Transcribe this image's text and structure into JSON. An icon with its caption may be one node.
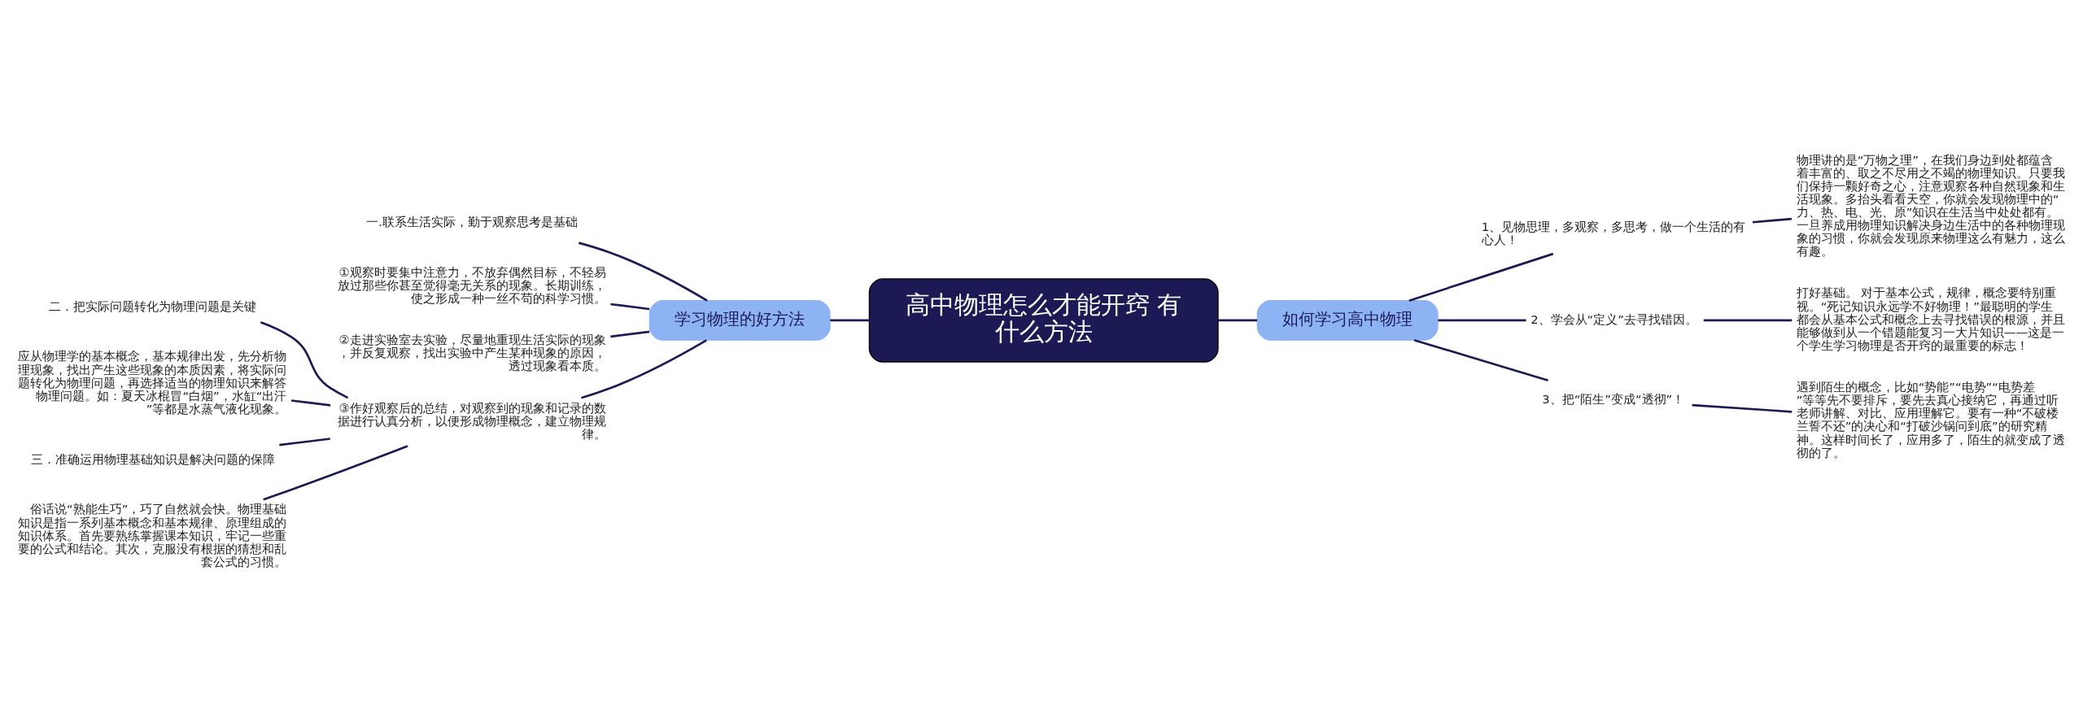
{
  "diagram": {
    "nodes": [
      {
        "text": [
          "高中物理怎么才能开窍 有什么方法"
        ]
      },
      {
        "text": [
          "学习物理的好方法"
        ]
      },
      {
        "text": [
          "一.联系生活实际，勤于观察思考是基础"
        ]
      },
      {
        "text": [
          "①观察时要集中注意力，不放弃偶然目标，不轻易放过那些你甚至觉得毫无关系的现象。长期训练，使之形成一种一丝不苟的科学习惯。"
        ]
      },
      {
        "text": [
          "②走进实验室去实验，尽量地重现生活实际的现象，并反复观察，找出实验中产生某种现象的原因，透过现象看本质。"
        ]
      },
      {
        "text": [
          "③作好观察后的总结，对观察到的现象和记录的数据进行认真分析，以便形成物理概念，建立物理规律。"
        ]
      },
      {
        "text": [
          "二．把实际问题转化为物理问题是关键"
        ]
      },
      {
        "text": [
          "应从物理学的基本概念，基本规律出发，先分析物理现象，找出产生这些现象的本质因素，将实际问题转化为物理问题，再选择适当的物理知识来解答物理问题。如：夏天冰棍冒“白烟”，水缸“出汗”等都是水蒸气液化现象。"
        ]
      },
      {
        "text": [
          "三．准确运用物理基础知识是解决问题的保障"
        ]
      },
      {
        "text": [
          "俗话说“熟能生巧”，巧了自然就会快。物理基础知识是指一系列基本概念和基本规律、原理组成的知识体系。首先要熟练掌握课本知识，牢记一些重要的公式和结论。其次，克服没有根据的猜想和乱套公式的习惯。"
        ]
      },
      {
        "text": [
          "如何学习高中物理"
        ]
      },
      {
        "text": [
          "1、见物思理，多观察，多思考，做一个生活的有心人！"
        ]
      },
      {
        "text": [
          "物理讲的是“万物之理”，在我们身边到处都蕴含着丰富的、取之不尽用之不竭的物理知识。只要我们保持一颗好奇之心，注意观察各种自然现象和生活现象。多抬头看看天空，你就会发现物理中的“力、热、电、光、原”知识在生活当中处处都有。一旦养成用物理知识解决身边生活中的各种物理现象的习惯，你就会发现原来物理这么有魅力，这么有趣。"
        ]
      },
      {
        "text": [
          "2、学会从“定义”去寻找错因。"
        ]
      },
      {
        "text": [
          "打好基础。 对于基本公式，规律，概念要特别重视。“死记知识永远学不好物理！”最聪明的学生都会从基本公式和概念上去寻找错误的根源，并且能够做到从一个错题能复习一大片知识——这是一个学生学习物理是否开窍的最重要的标志！"
        ]
      },
      {
        "text": [
          "3、把“陌生”变成“透彻”！"
        ]
      },
      {
        "text": [
          "遇到陌生的概念，比如“势能”“电势”“电势差”等等先不要排斥，要先去真心接纳它，再通过听老师讲解、对比、应用理解它。要有一种“不破楼兰誓不还”的决心和“打破沙锅问到底”的研究精神。这样时间长了，应用多了，陌生的就变成了透彻的了。"
        ]
      }
    ],
    "edges": [
      {
        "from": 0,
        "to": 1,
        "arrow": "none"
      },
      {
        "from": 1,
        "to": 2,
        "arrow": "none"
      },
      {
        "from": 1,
        "to": 3,
        "arrow": "none"
      },
      {
        "from": 1,
        "to": 4,
        "arrow": "none"
      },
      {
        "from": 1,
        "to": 5,
        "arrow": "none"
      },
      {
        "from": 5,
        "to": 6,
        "arrow": "none"
      },
      {
        "from": 5,
        "to": 7,
        "arrow": "none"
      },
      {
        "from": 5,
        "to": 8,
        "arrow": "none"
      },
      {
        "from": 5,
        "to": 9,
        "arrow": "none"
      },
      {
        "from": 0,
        "to": 10,
        "arrow": "none"
      },
      {
        "from": 10,
        "to": 11,
        "arrow": "none"
      },
      {
        "from": 11,
        "to": 12,
        "arrow": "none"
      },
      {
        "from": 10,
        "to": 13,
        "arrow": "none"
      },
      {
        "from": 13,
        "to": 14,
        "arrow": "none"
      },
      {
        "from": 10,
        "to": 15,
        "arrow": "none"
      },
      {
        "from": 15,
        "to": 16,
        "arrow": "none"
      }
    ]
  }
}
